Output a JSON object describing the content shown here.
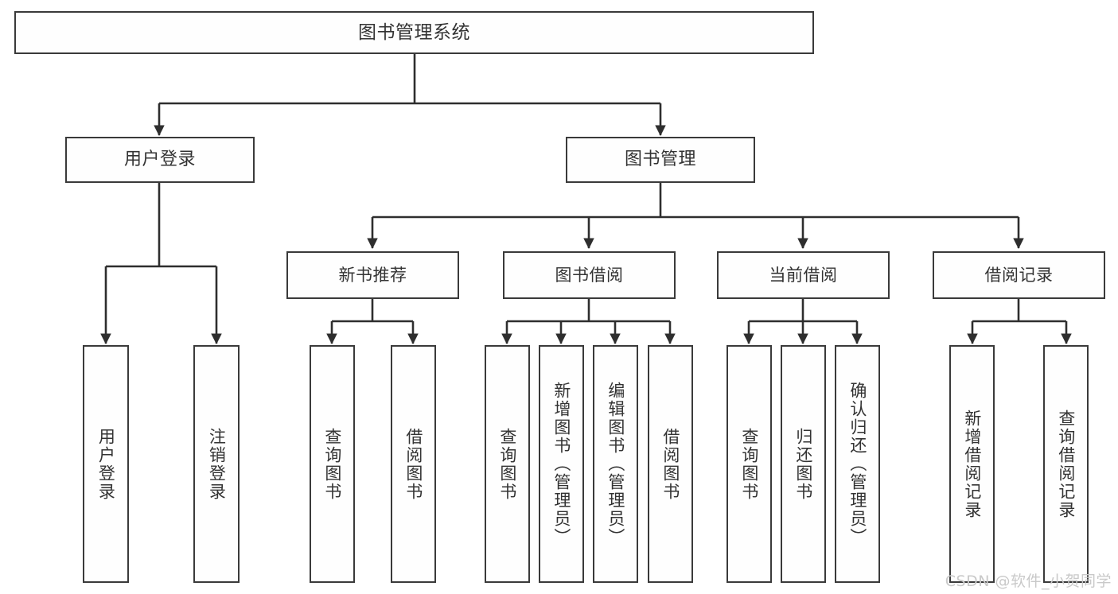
{
  "diagram": {
    "title": "图书管理系统",
    "colors": {
      "border": "#3a3a3a",
      "text": "#333333",
      "background": "#ffffff",
      "edge": "#2e2e2e",
      "watermark": "#c9c9c9"
    },
    "root": {
      "label": "图书管理系统"
    },
    "level2": [
      {
        "label": "用户登录"
      },
      {
        "label": "图书管理"
      }
    ],
    "level3": [
      {
        "label": "新书推荐"
      },
      {
        "label": "图书借阅"
      },
      {
        "label": "当前借阅"
      },
      {
        "label": "借阅记录"
      }
    ],
    "leaves": {
      "user_login": [
        {
          "label": "用户登录"
        },
        {
          "label": "注销登录"
        }
      ],
      "new_book_rec": [
        {
          "label": "查询图书"
        },
        {
          "label": "借阅图书"
        }
      ],
      "book_borrow": [
        {
          "label": "查询图书"
        },
        {
          "label": "新增图书（管理员）"
        },
        {
          "label": "编辑图书（管理员）"
        },
        {
          "label": "借阅图书"
        }
      ],
      "current_borrow": [
        {
          "label": "查询图书"
        },
        {
          "label": "归还图书"
        },
        {
          "label": "确认归还（管理员）"
        }
      ],
      "borrow_record": [
        {
          "label": "新增借阅记录"
        },
        {
          "label": "查询借阅记录"
        }
      ]
    }
  },
  "watermark": {
    "text": "CSDN @软件_小贺同学"
  }
}
